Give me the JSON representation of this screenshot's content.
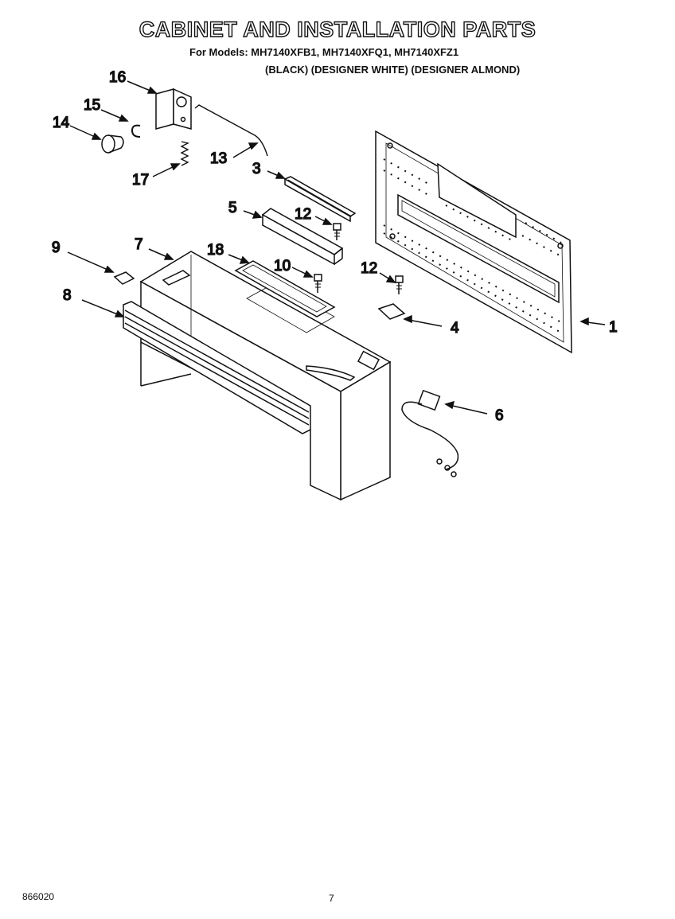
{
  "header": {
    "title": "CABINET AND INSTALLATION PARTS",
    "models_line": "For Models: MH7140XFB1, MH7140XFQ1, MH7140XFZ1",
    "colors_line": "(BLACK) (DESIGNER WHITE) (DESIGNER ALMOND)"
  },
  "callouts": {
    "c1": "1",
    "c3": "3",
    "c4": "4",
    "c5": "5",
    "c6": "6",
    "c7": "7",
    "c8": "8",
    "c9": "9",
    "c10": "10",
    "c12a": "12",
    "c12b": "12",
    "c13": "13",
    "c14": "14",
    "c15": "15",
    "c16": "16",
    "c17": "17",
    "c18": "18"
  },
  "footer": {
    "doc_number": "866020",
    "page_number": "7"
  }
}
